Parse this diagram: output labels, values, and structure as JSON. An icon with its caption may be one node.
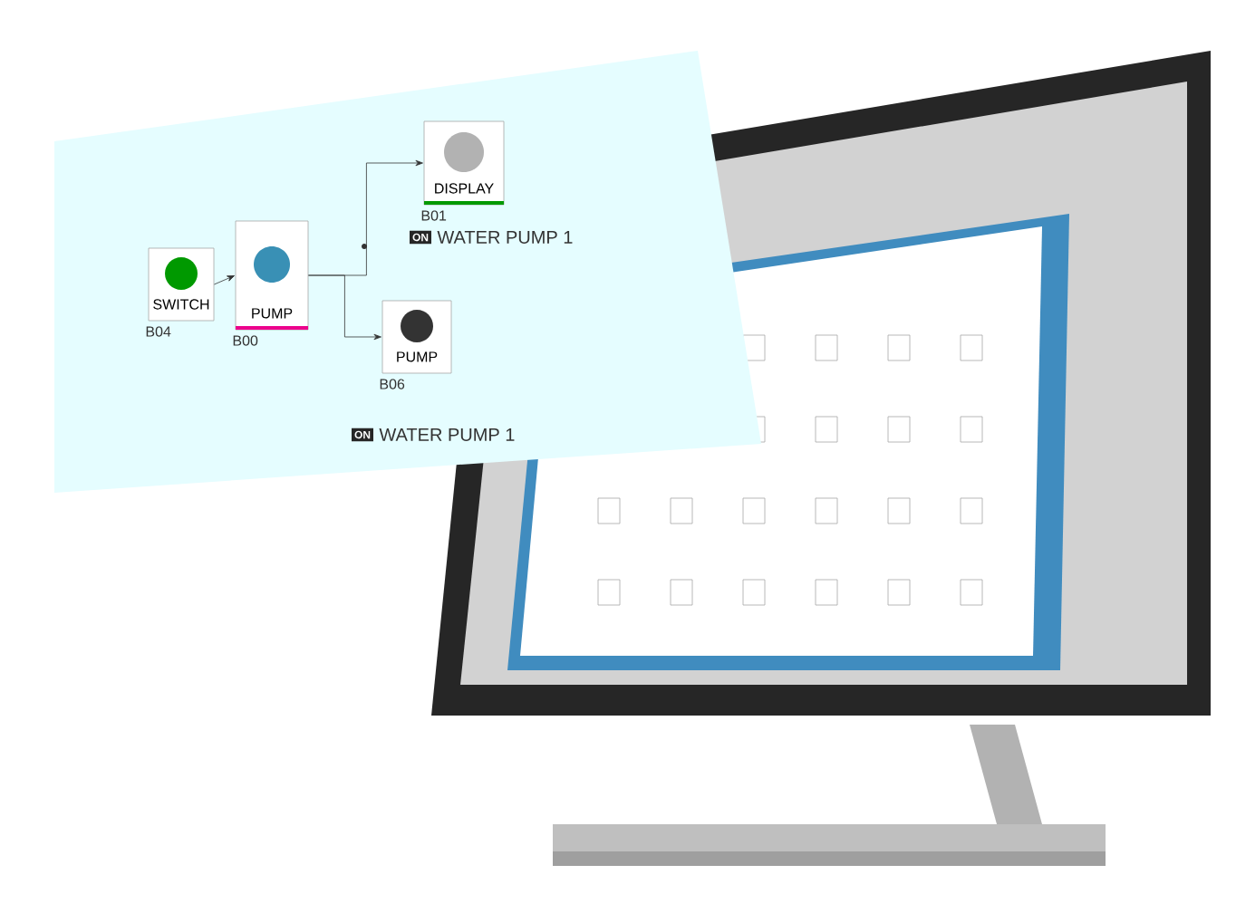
{
  "diagram": {
    "nodes": [
      {
        "text": [
          "SWITCH"
        ],
        "beside": [
          "B04"
        ]
      },
      {
        "text": [
          "PUMP"
        ],
        "beside": [
          "B00"
        ]
      },
      {
        "text": [
          "DISPLAY"
        ],
        "beside": [
          "B01"
        ]
      },
      {
        "text": [
          "PUMP"
        ],
        "beside": [
          "B06"
        ]
      }
    ],
    "edges": [
      {
        "from": 0,
        "to": 1,
        "arrow": "to"
      },
      {
        "from": 1,
        "to": 2,
        "arrow": "to"
      },
      {
        "from": 1,
        "to": 3,
        "arrow": "to"
      }
    ],
    "labels": [
      "ON",
      "WATER PUMP 1",
      "ON",
      "WATER PUMP 1"
    ]
  }
}
